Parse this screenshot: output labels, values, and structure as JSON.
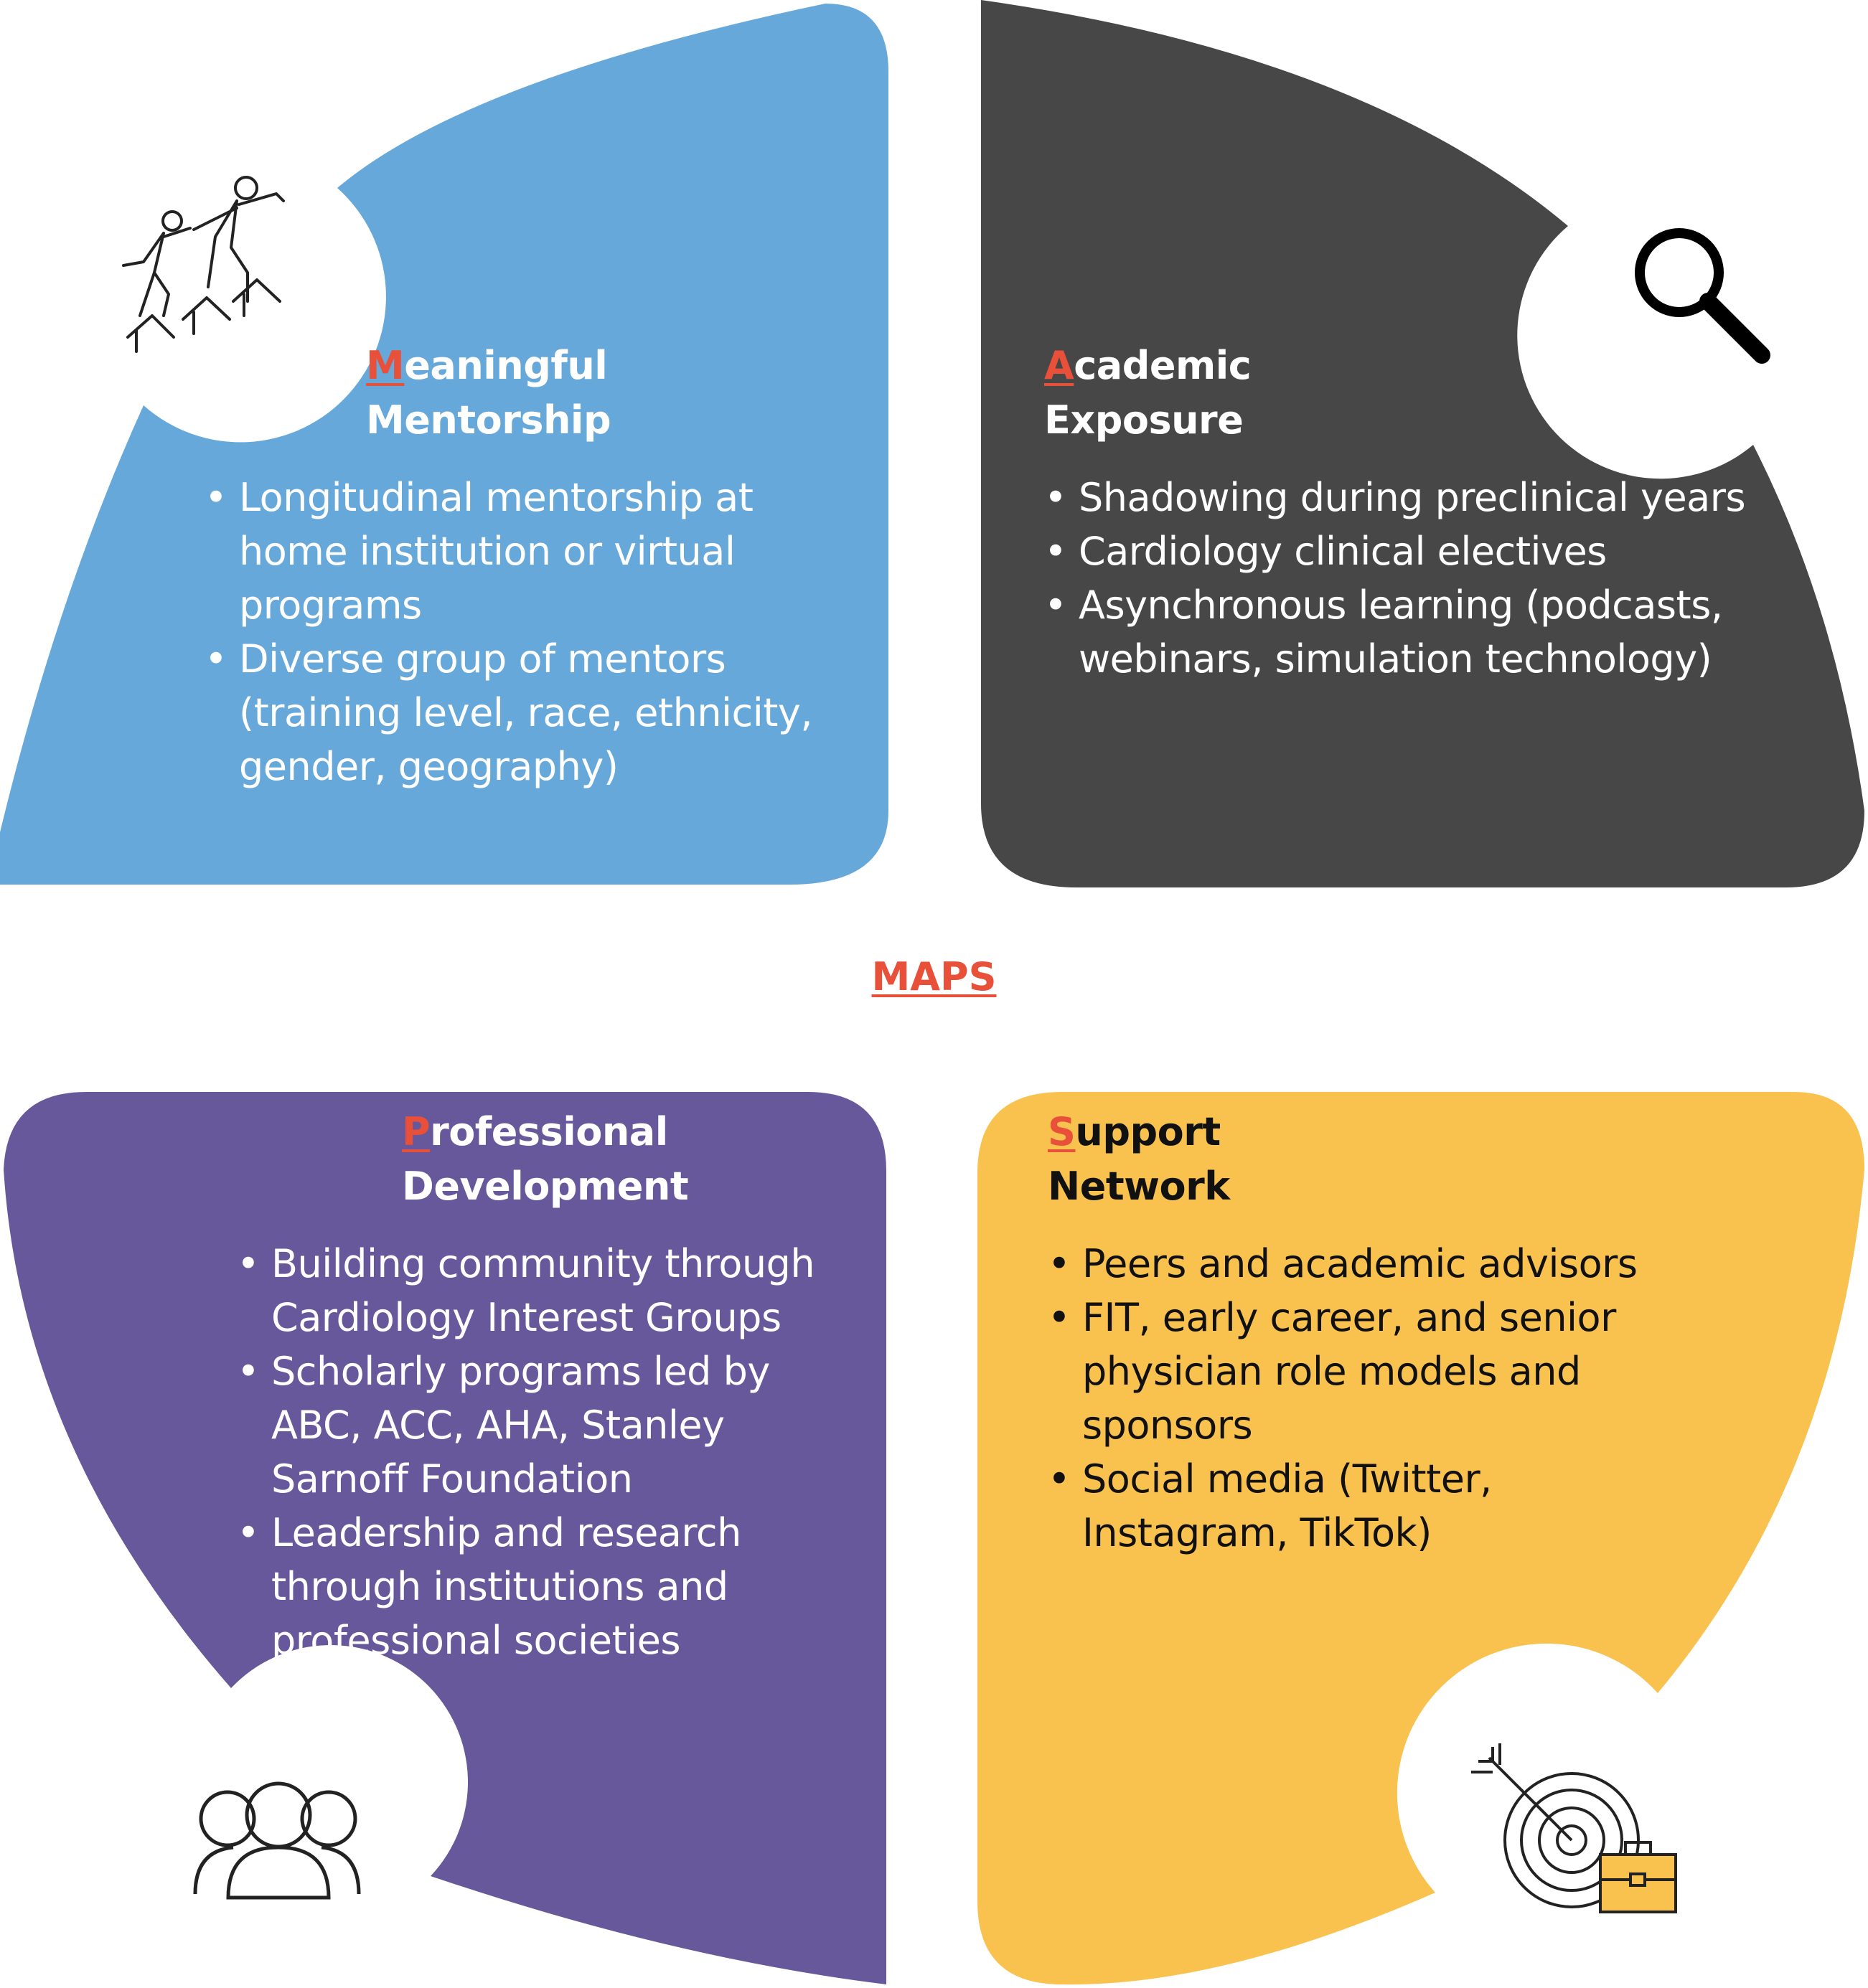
{
  "center_label": "MAPS",
  "quadrants": {
    "mentorship": {
      "color": "#67a8da",
      "icon": "climbing-mentor-icon",
      "title_letter": "M",
      "title_line1_rest": "eaningful",
      "title_line2": "Mentorship",
      "bullets": [
        "Longitudinal mentorship at home institution or virtual programs",
        "Diverse group of mentors (training level, race, ethnicity, gender, geography)"
      ]
    },
    "academic": {
      "color": "#474747",
      "icon": "magnifying-glass-icon",
      "title_letter": "A",
      "title_line1_rest": "cademic",
      "title_line2": "Exposure",
      "bullets": [
        "Shadowing during preclinical years",
        "Cardiology clinical electives",
        "Asynchronous learning (podcasts, webinars, simulation technology)"
      ]
    },
    "professional": {
      "color": "#67589c",
      "icon": "group-people-icon",
      "title_letter": "P",
      "title_line1_rest": "rofessional",
      "title_line2": "Development",
      "bullets": [
        "Building community through Cardiology Interest Groups",
        "Scholarly programs led by ABC, ACC, AHA, Stanley Sarnoff Foundation",
        "Leadership and research through institutions and professional societies"
      ]
    },
    "support": {
      "color": "#f9c24f",
      "icon": "target-briefcase-icon",
      "title_letter": "S",
      "title_line1_rest": "upport",
      "title_line2": "Network",
      "bullets": [
        "Peers and academic advisors",
        "FIT, early career, and senior physician role models and sponsors",
        "Social media (Twitter, Instagram, TikTok)"
      ]
    }
  }
}
